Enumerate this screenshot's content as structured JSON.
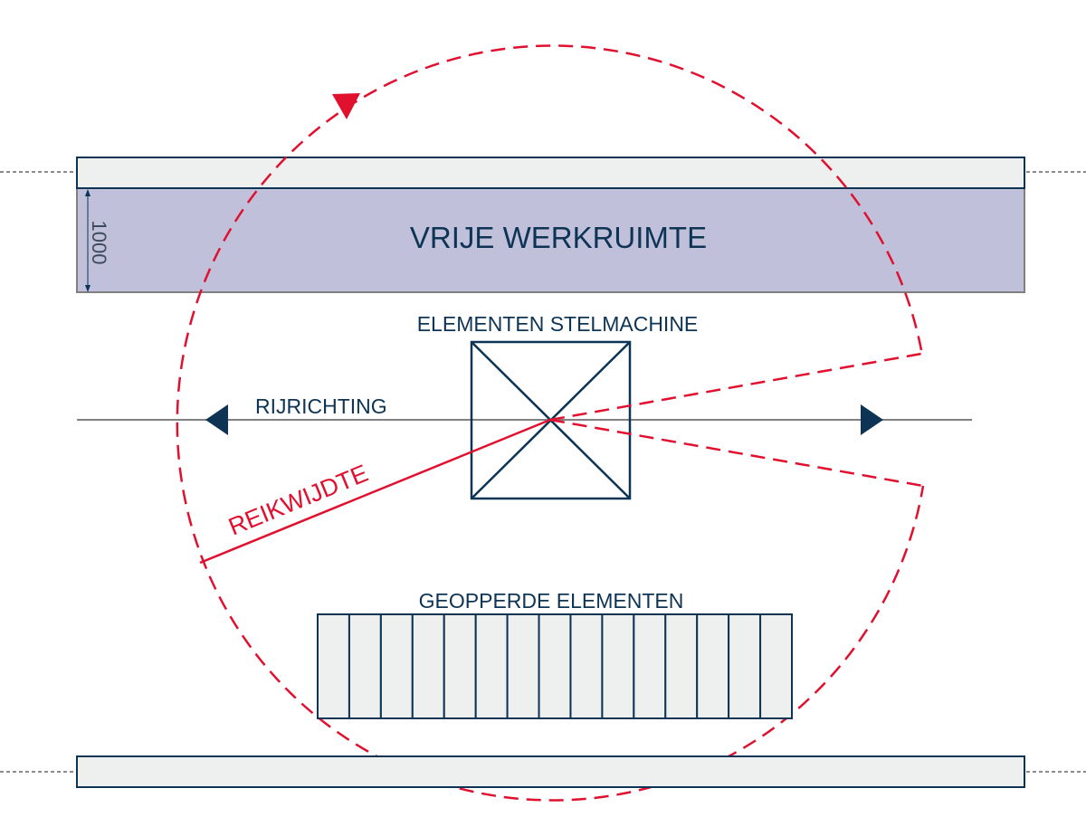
{
  "labels": {
    "free_workspace": "VRIJE WERKRUIMTE",
    "dimension": "1000",
    "machine": "ELEMENTEN STELMACHINE",
    "direction": "RIJRICHTING",
    "reach": "REIKWIJDTE",
    "stacked": "GEOPPERDE ELEMENTEN"
  },
  "stacked_element_count": 15,
  "colors": {
    "navy": "#0d3454",
    "red": "#e0102e",
    "workspace_fill": "#c0c0db",
    "bar_fill": "#eef0f0",
    "line_gray": "#808080"
  }
}
